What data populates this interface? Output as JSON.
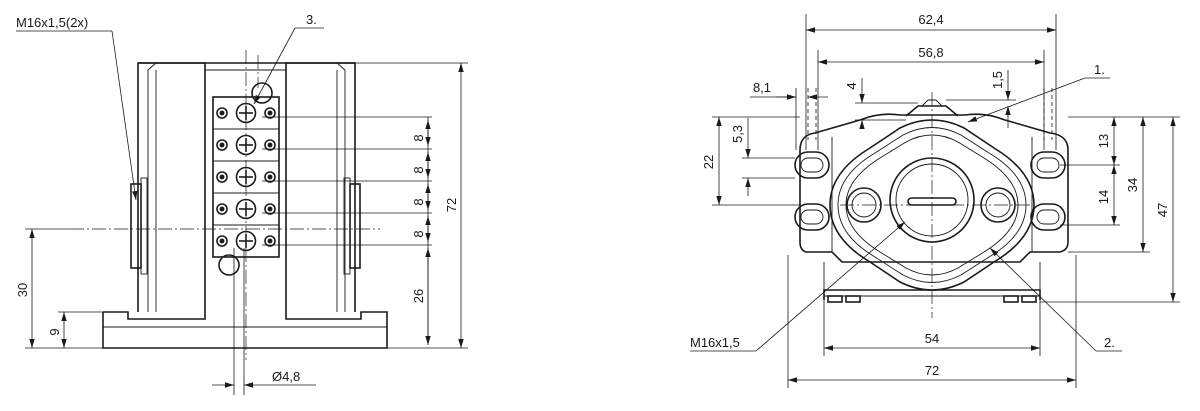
{
  "left_view": {
    "thread_label": "M16x1,5(2x)",
    "callout_3": "3.",
    "dim_pitch": "8",
    "dim_height": "72",
    "dim_26": "26",
    "dim_30": "30",
    "dim_9": "9",
    "dim_dia": "Ø4,8"
  },
  "right_view": {
    "dim_62_4": "62,4",
    "dim_56_8": "56,8",
    "dim_8_1": "8,1",
    "dim_4": "4",
    "dim_1_5": "1,5",
    "callout_1": "1.",
    "dim_22": "22",
    "dim_5_3": "5,3",
    "dim_13": "13",
    "dim_14": "14",
    "dim_34": "34",
    "dim_47": "47",
    "thread_label": "M16x1,5",
    "dim_54": "54",
    "callout_2": "2.",
    "dim_72": "72"
  }
}
